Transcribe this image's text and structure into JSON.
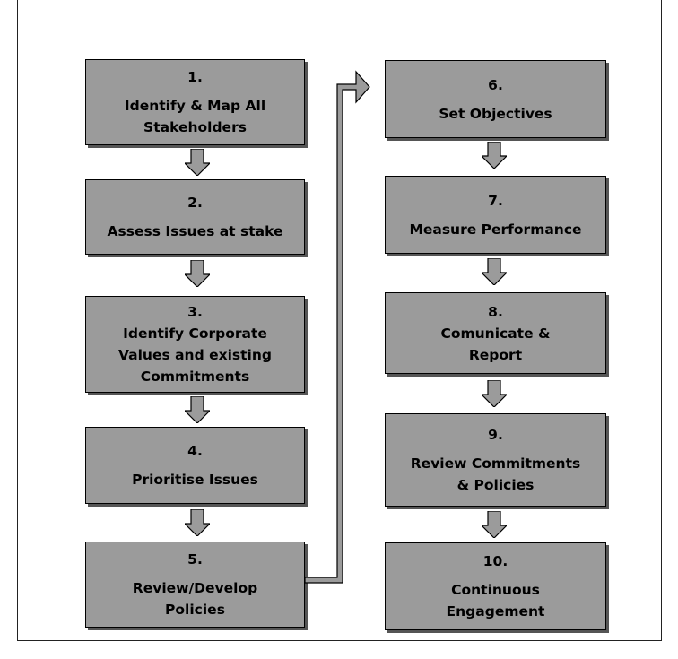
{
  "steps": [
    {
      "number": "1.",
      "label": "Identify & Map All\nStakeholders"
    },
    {
      "number": "2.",
      "label": "Assess Issues at stake"
    },
    {
      "number": "3.",
      "label": "Identify Corporate\nValues and existing\nCommitments"
    },
    {
      "number": "4.",
      "label": "Prioritise Issues"
    },
    {
      "number": "5.",
      "label": "Review/Develop\nPolicies"
    },
    {
      "number": "6.",
      "label": "Set Objectives"
    },
    {
      "number": "7.",
      "label": "Measure Performance"
    },
    {
      "number": "8.",
      "label": "Comunicate &\nReport"
    },
    {
      "number": "9.",
      "label": "Review Commitments\n& Policies"
    },
    {
      "number": "10.",
      "label": "Continuous\nEngagement"
    }
  ],
  "colors": {
    "box_fill": "#9b9b9b",
    "box_border": "#000000",
    "arrow_fill": "#9b9b9b"
  }
}
